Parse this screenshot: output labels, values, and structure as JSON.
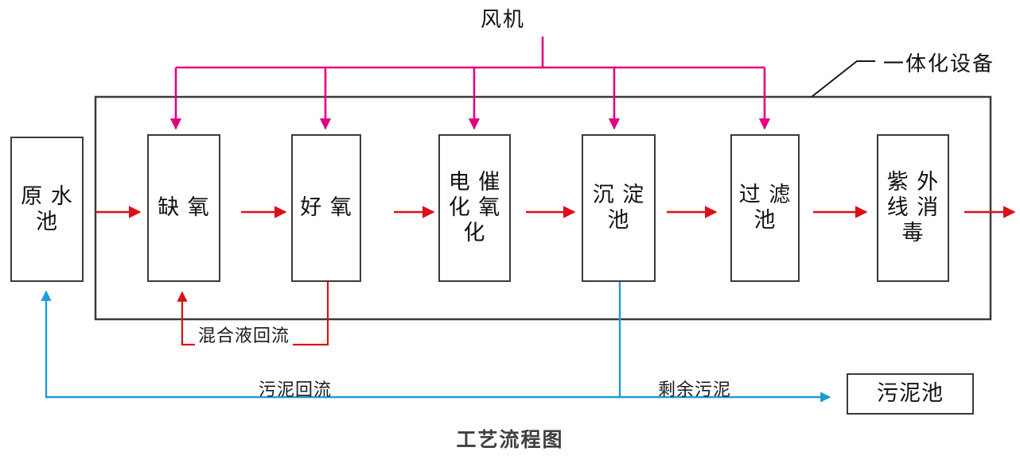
{
  "diagram": {
    "title": "工艺流程图",
    "blower_label": "风机",
    "unit_label": "一体化设备"
  },
  "colors": {
    "box_stroke": "#3a3a3a",
    "water_flow": "#d81218",
    "air_flow": "#e4007f",
    "sludge_flow": "#1d9bdb",
    "text": "#111111",
    "title": "#3f3f3f"
  },
  "nodes": [
    {
      "id": "raw-water-tank",
      "label": "原 水\n池"
    },
    {
      "id": "anoxic-tank",
      "label": "缺 氧"
    },
    {
      "id": "aerobic-tank",
      "label": "好 氧"
    },
    {
      "id": "electrocatalytic-oxidation",
      "label": "电 催\n化 氧\n化"
    },
    {
      "id": "sedimentation-tank",
      "label": "沉 淀\n池"
    },
    {
      "id": "filtration-tank",
      "label": "过 滤\n池"
    },
    {
      "id": "uv-disinfection",
      "label": "紫 外\n线 消\n毒"
    },
    {
      "id": "sludge-tank",
      "label": "污泥池"
    }
  ],
  "flow_labels": {
    "mixed_liquor_return": "混合液回流",
    "sludge_return": "污泥回流",
    "excess_sludge": "剩余污泥"
  }
}
